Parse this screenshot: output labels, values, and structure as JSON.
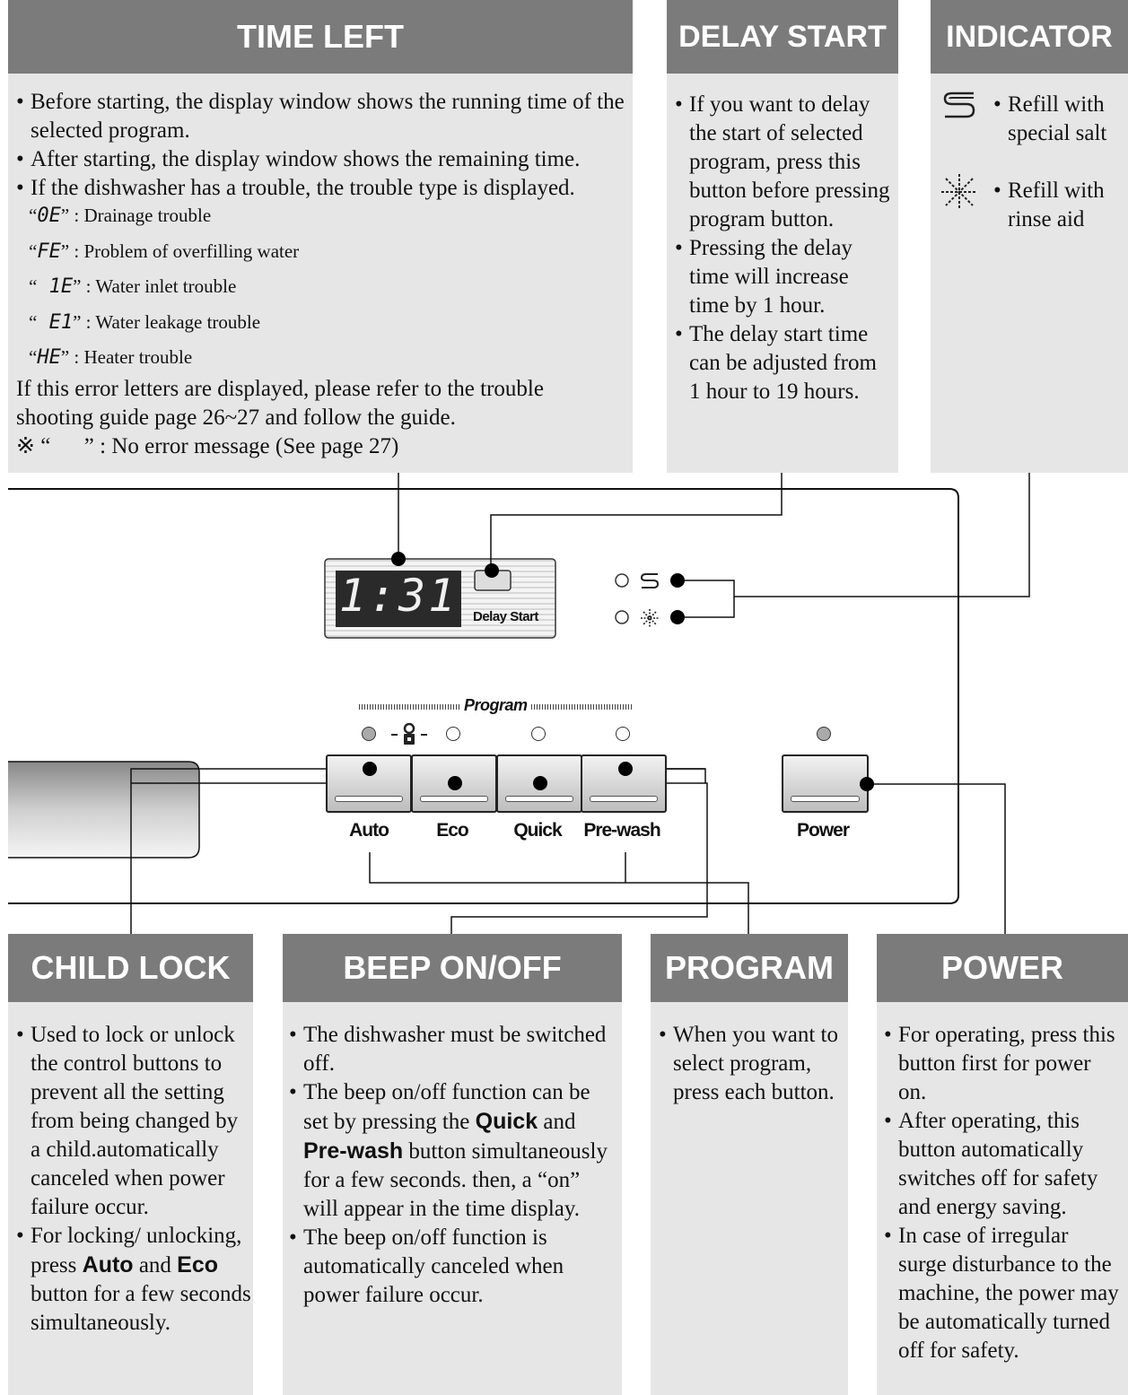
{
  "time_left": {
    "title": "TIME LEFT",
    "bullets": [
      "Before starting, the display window shows the running time of the selected program.",
      "After starting, the display window shows  the remaining time.",
      "If the dishwasher has a trouble, the trouble type is displayed."
    ],
    "codes": [
      {
        "code": "0E",
        "desc": ": Drainage trouble"
      },
      {
        "code": "FE",
        "desc": ": Problem of overfilling water"
      },
      {
        "code": " 1E",
        "desc": ": Water inlet trouble"
      },
      {
        "code": " E1",
        "desc": ": Water leakage trouble"
      },
      {
        "code": "HE",
        "desc": ": Heater trouble"
      }
    ],
    "note": "If this error letters are displayed, please refer to the trouble shooting guide page 26~27 and follow the guide.",
    "footnote": "※ “      ” : No error message (See page 27)"
  },
  "delay_start": {
    "title": "DELAY START",
    "bullets": [
      "If you want to delay the start of selected program, press this button before pressing program button.",
      "Pressing the delay time will increase time by 1 hour.",
      "The delay start time can be adjusted from 1 hour to 19 hours."
    ]
  },
  "indicator": {
    "title": "INDICATOR",
    "items": [
      {
        "icon": "salt-icon",
        "text": "Refill with special salt"
      },
      {
        "icon": "rinse-aid-icon",
        "text": "Refill with rinse aid"
      }
    ]
  },
  "panel": {
    "display_value": "1:31",
    "delay_start_label": "Delay Start",
    "program_label": "Program",
    "buttons": [
      "Auto",
      "Eco",
      "Quick",
      "Pre-wash"
    ],
    "power_label": "Power"
  },
  "child_lock": {
    "title": "CHILD LOCK",
    "b1": "Used to lock or unlock the control buttons to prevent all the setting from being changed by a child.automatically canceled when power failure occur.",
    "b2_pre": "For locking/ unlocking, press ",
    "b2_auto": "Auto",
    "b2_and": " and ",
    "b2_eco": "Eco",
    "b2_post": " button for a few seconds simultaneously."
  },
  "beep": {
    "title": "BEEP ON/OFF",
    "b1": "The dishwasher must be switched off.",
    "b2_pre": "The beep on/off function can be set by pressing the ",
    "b2_quick": "Quick",
    "b2_and": " and ",
    "b2_prewash": "Pre-wash",
    "b2_post": " button simultaneously for a few seconds. then, a “on” will appear in the time display.",
    "b3": "The beep on/off function is automatically canceled when power failure occur."
  },
  "program": {
    "title": "PROGRAM",
    "bullets": [
      "When you want to select program, press each button."
    ]
  },
  "power": {
    "title": "POWER",
    "bullets": [
      "For operating, press this button first for power on.",
      "After operating, this button automatically switches off for safety and energy saving.",
      "In case of irregular surge disturbance to the machine, the power may be automatically turned off for safety."
    ]
  }
}
